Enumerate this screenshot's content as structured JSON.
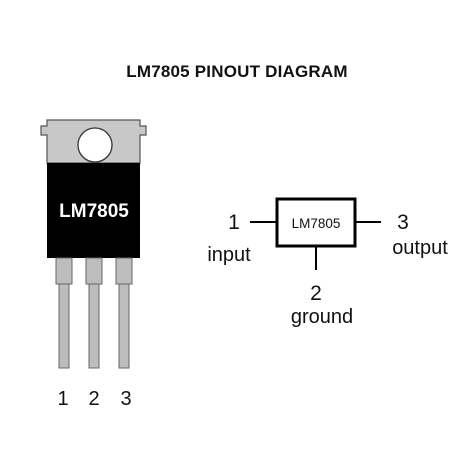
{
  "title": "LM7805 PINOUT DIAGRAM",
  "package": {
    "label": "LM7805",
    "pins": [
      "1",
      "2",
      "3"
    ],
    "colors": {
      "tab": "#c8c8c8",
      "body": "#000000",
      "leads": "#bdbdbd",
      "outline": "#555555"
    }
  },
  "schematic": {
    "box_label": "LM7805",
    "pin1": {
      "number": "1",
      "name": "input"
    },
    "pin2": {
      "number": "2",
      "name": "ground"
    },
    "pin3": {
      "number": "3",
      "name": "output"
    }
  }
}
